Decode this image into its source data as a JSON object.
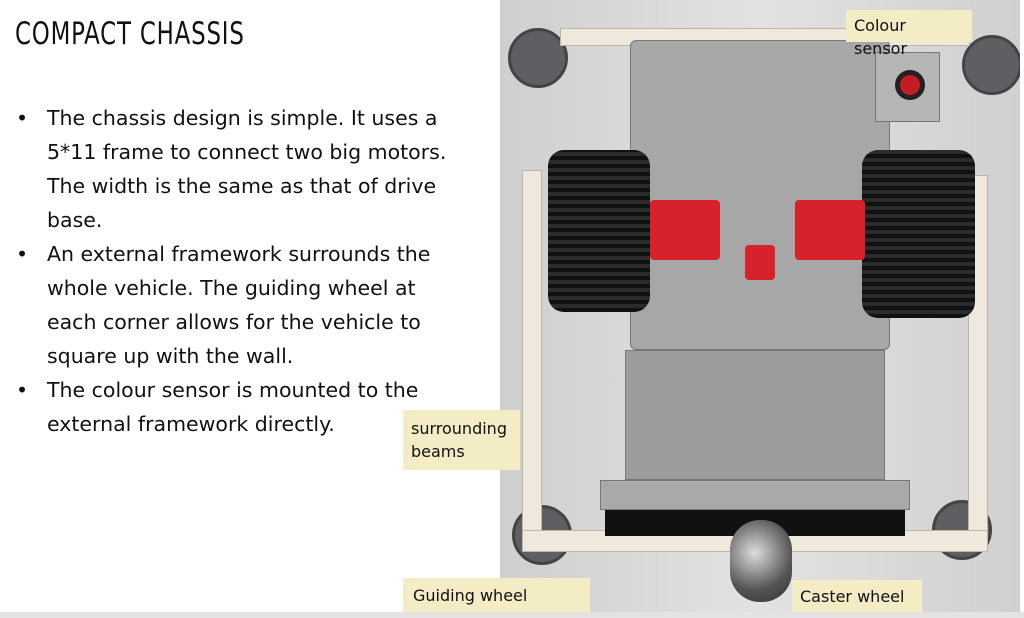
{
  "slide": {
    "title": "COMPACT CHASSIS",
    "bullets": [
      "The chassis design is simple. It uses a 5*11 frame to connect two big motors. The width is the same as that of drive base.",
      "An external framework surrounds the whole vehicle. The guiding wheel at each corner allows for the vehicle to square up with the wall.",
      "The colour sensor is mounted to the external framework directly."
    ],
    "labels": {
      "colour_sensor": "Colour sensor",
      "surrounding_beams": "surrounding beams",
      "guiding_wheel": "Guiding wheel",
      "caster_wheel": "Caster wheel"
    }
  }
}
